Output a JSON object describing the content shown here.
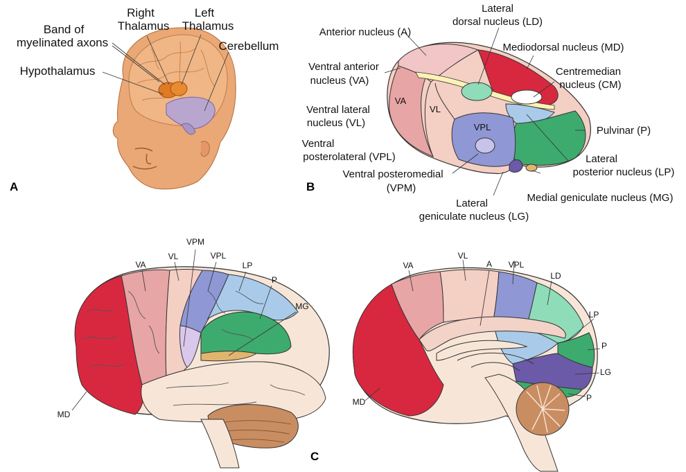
{
  "panels": {
    "a": {
      "letter": "A",
      "labels": {
        "band": [
          "Band of",
          "myelinated axons"
        ],
        "right_thalamus": [
          "Right",
          "Thalamus"
        ],
        "left_thalamus": [
          "Left",
          "Thalamus"
        ],
        "cerebellum": "Cerebellum",
        "hypothalamus": "Hypothalamus"
      }
    },
    "b": {
      "letter": "B",
      "labels": {
        "anterior": "Anterior nucleus (A)",
        "lateral_dorsal": [
          "Lateral",
          "dorsal nucleus (LD)"
        ],
        "mediodorsal": "Mediodorsal nucleus (MD)",
        "ventral_anterior": [
          "Ventral anterior",
          "nucleus (VA)"
        ],
        "centremedian": [
          "Centremedian",
          "nucleus  (CM)"
        ],
        "ventral_lateral": [
          "Ventral lateral",
          "nucleus (VL)"
        ],
        "pulvinar": "Pulvinar (P)",
        "ventral_posterolateral": [
          "Ventral",
          "posterolateral (VPL)"
        ],
        "lateral_posterior": [
          "Lateral",
          "posterior nucleus (LP)"
        ],
        "ventral_posteromedial": [
          "Ventral posteromedial",
          "(VPM)"
        ],
        "medial_geniculate": "Medial geniculate nucleus (MG)",
        "lateral_geniculate": [
          "Lateral",
          "geniculate nucleus (LG)"
        ],
        "inner_va": "VA",
        "inner_vl": "VL",
        "inner_vpl": "VPL"
      }
    },
    "c": {
      "letter": "C",
      "lateral_labels": {
        "vpm": "VPM",
        "va": "VA",
        "vl": "VL",
        "vpl": "VPL",
        "lp": "LP",
        "p": "P",
        "mg": "MG",
        "md": "MD"
      },
      "medial_labels": {
        "a": "A",
        "va": "VA",
        "vl": "VL",
        "vpl": "VPL",
        "ld": "LD",
        "lp": "LP",
        "p1": "P",
        "lg": "LG",
        "p2": "P",
        "md": "MD"
      }
    }
  },
  "colors": {
    "md": "#d8283f",
    "va": "#e8a5a5",
    "vl": "#f4cfc4",
    "vpl": "#8f97d4",
    "vpm": "#d9c7ec",
    "lp": "#a9cbe9",
    "pulvinar": "#3dab6e",
    "mg": "#e2b56e",
    "lg": "#6b5aa8",
    "ld": "#8fdcb9",
    "cortex": "#f7e6d8",
    "cerebellum": "#c98d62",
    "skin": "#e9a06b"
  }
}
